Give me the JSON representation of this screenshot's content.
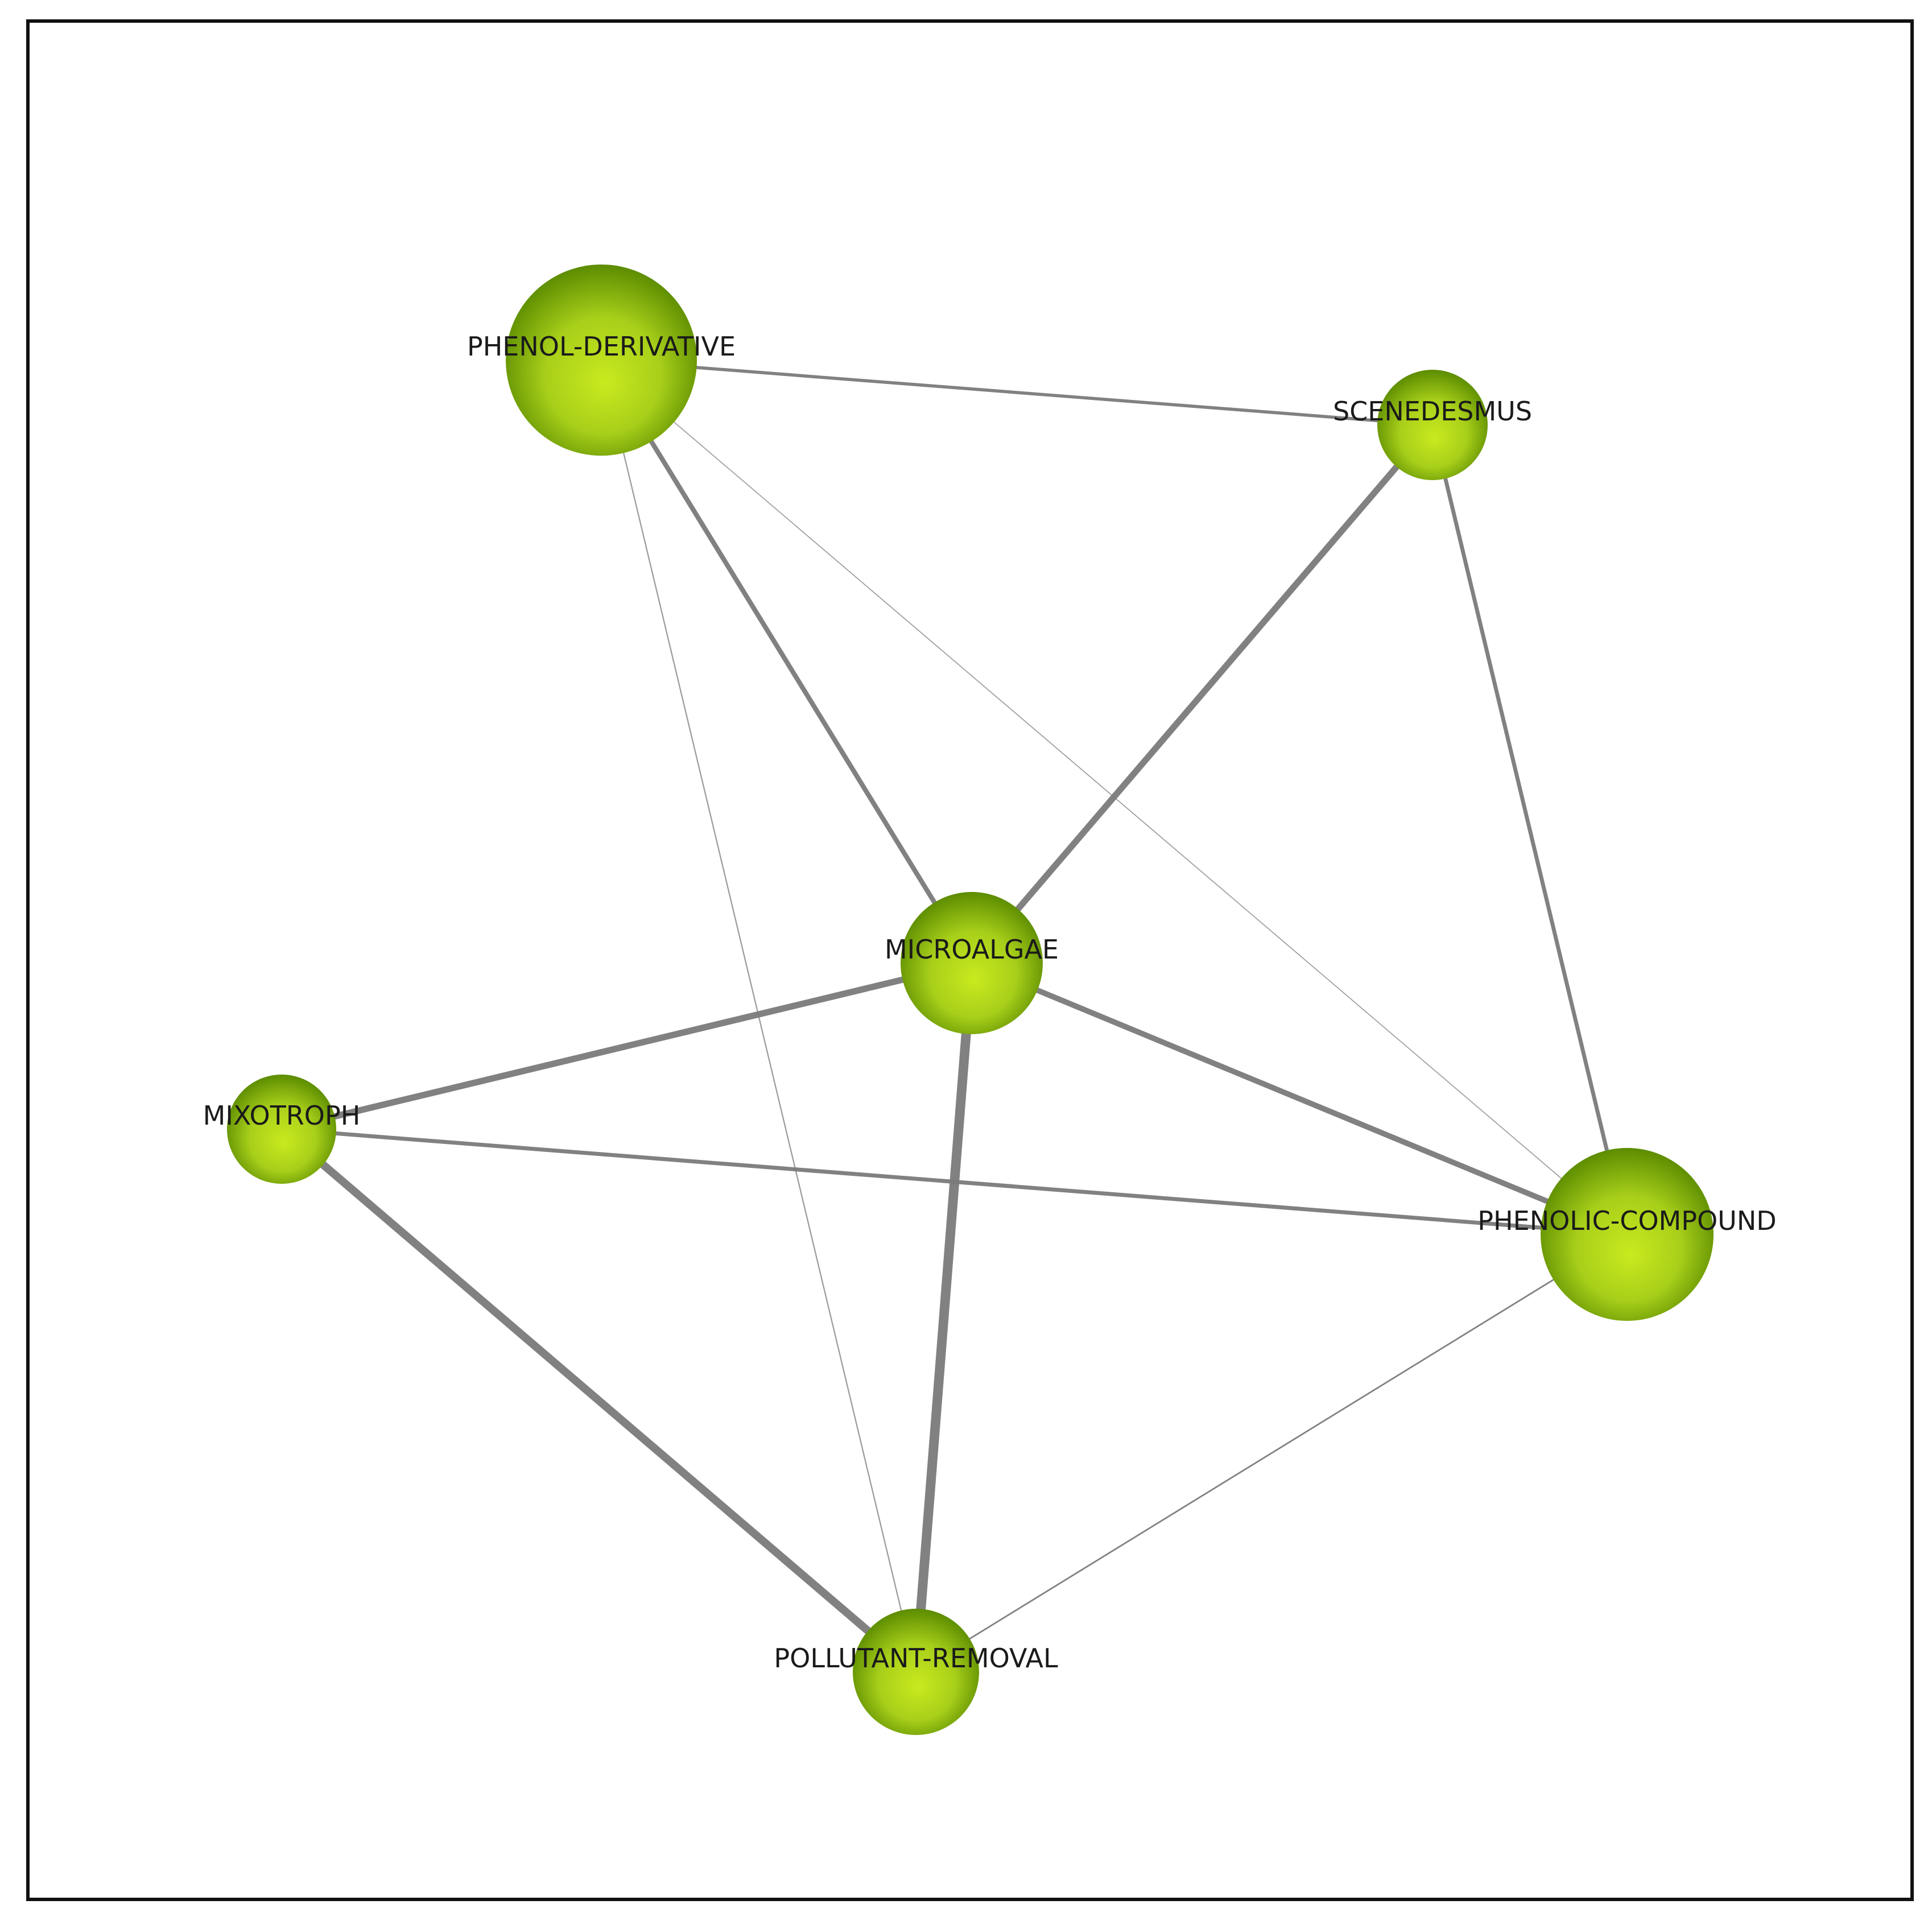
{
  "diagram": {
    "type": "co-word network",
    "node_color": "#a8cf1a",
    "node_color_light": "#c8ea1e",
    "node_color_dark": "#5c8c00",
    "edge_color": "#7a7a7a",
    "nodes": [
      {
        "id": "phenol-derivative",
        "label": "PHENOL-DERIVATIVE",
        "weight": 5
      },
      {
        "id": "scenedesmus",
        "label": "SCENEDESMUS",
        "weight": 3
      },
      {
        "id": "microalgae",
        "label": "MICROALGAE",
        "weight": 4
      },
      {
        "id": "mixotroph",
        "label": "MIXOTROPH",
        "weight": 3
      },
      {
        "id": "phenolic-compound",
        "label": "PHENOLIC-COMPOUND",
        "weight": 5
      },
      {
        "id": "pollutant-removal",
        "label": "POLLUTANT-REMOVAL",
        "weight": 3.5
      }
    ],
    "edges": [
      {
        "source": "phenol-derivative",
        "target": "scenedesmus",
        "weight": 2
      },
      {
        "source": "phenol-derivative",
        "target": "microalgae",
        "weight": 3
      },
      {
        "source": "phenol-derivative",
        "target": "phenolic-compound",
        "weight": 0.6
      },
      {
        "source": "phenol-derivative",
        "target": "pollutant-removal",
        "weight": 0.8
      },
      {
        "source": "scenedesmus",
        "target": "microalgae",
        "weight": 4
      },
      {
        "source": "scenedesmus",
        "target": "phenolic-compound",
        "weight": 2.5
      },
      {
        "source": "microalgae",
        "target": "mixotroph",
        "weight": 4
      },
      {
        "source": "microalgae",
        "target": "phenolic-compound",
        "weight": 3.5
      },
      {
        "source": "microalgae",
        "target": "pollutant-removal",
        "weight": 6
      },
      {
        "source": "mixotroph",
        "target": "phenolic-compound",
        "weight": 2.5
      },
      {
        "source": "mixotroph",
        "target": "pollutant-removal",
        "weight": 5
      },
      {
        "source": "phenolic-compound",
        "target": "pollutant-removal",
        "weight": 1
      }
    ]
  }
}
